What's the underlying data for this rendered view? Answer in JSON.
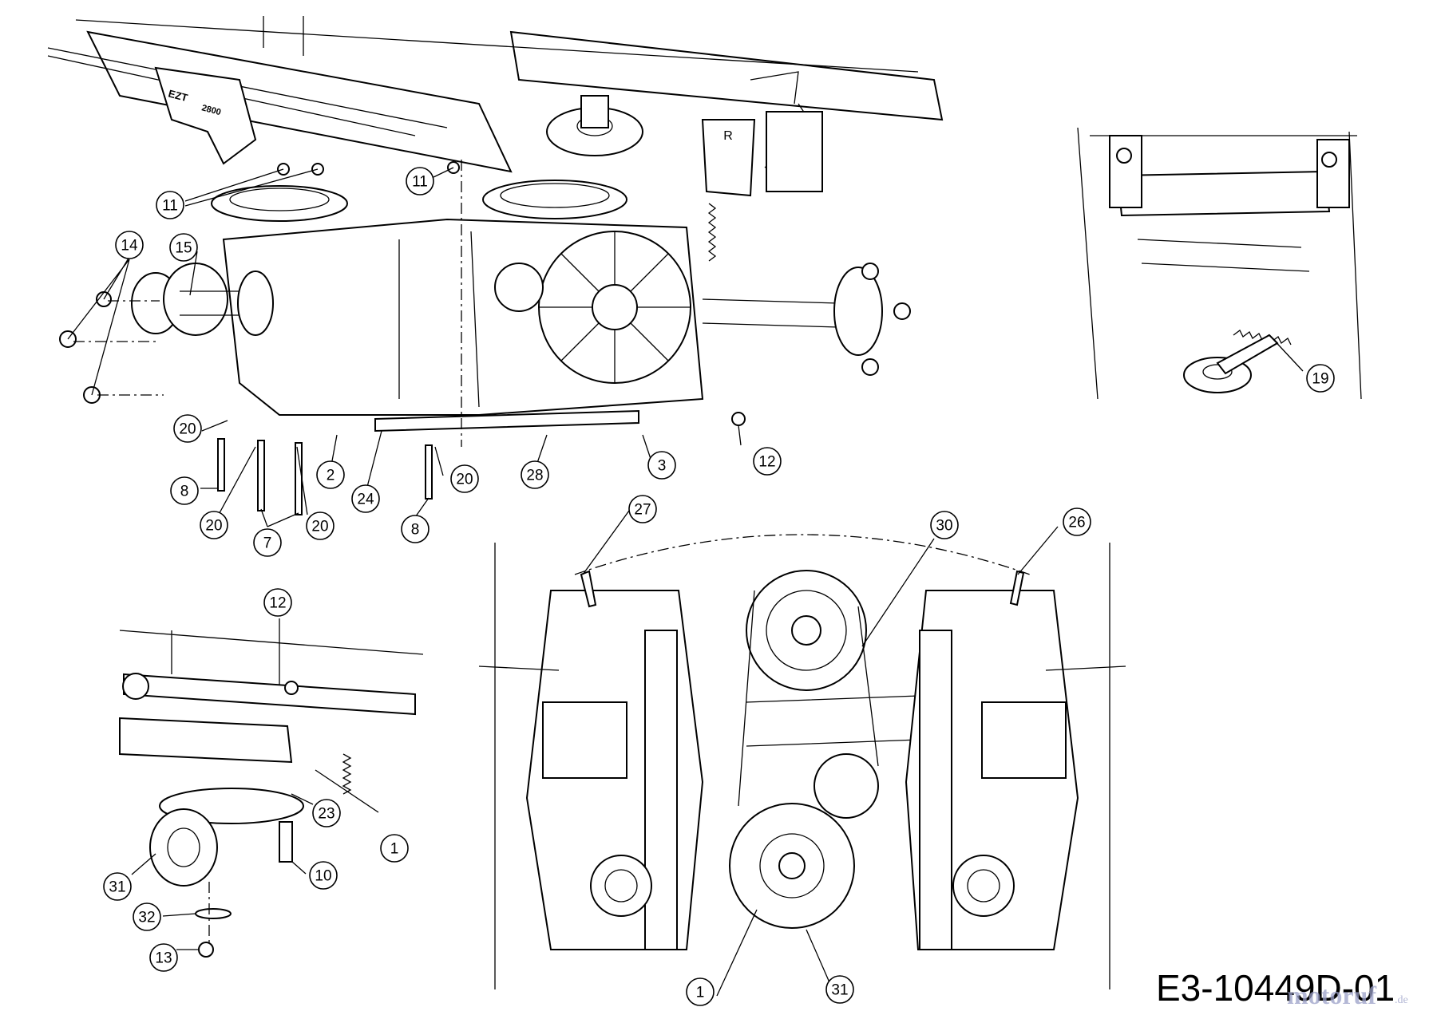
{
  "drawing": {
    "drawing_number": "E3-10449D-01",
    "watermark": "motoruf.de",
    "part_stamps": {
      "transaxle_model": "EZT",
      "transaxle_code": "2800",
      "direction_mark": "R"
    }
  },
  "callouts": [
    {
      "id": "c-11-a",
      "label": "11"
    },
    {
      "id": "c-11-b",
      "label": "11"
    },
    {
      "id": "c-14",
      "label": "14"
    },
    {
      "id": "c-15",
      "label": "15"
    },
    {
      "id": "c-20-a",
      "label": "20"
    },
    {
      "id": "c-8-a",
      "label": "8"
    },
    {
      "id": "c-20-b",
      "label": "20"
    },
    {
      "id": "c-7",
      "label": "7"
    },
    {
      "id": "c-20-c",
      "label": "20"
    },
    {
      "id": "c-2",
      "label": "2"
    },
    {
      "id": "c-24",
      "label": "24"
    },
    {
      "id": "c-20-d",
      "label": "20"
    },
    {
      "id": "c-8-b",
      "label": "8"
    },
    {
      "id": "c-28",
      "label": "28"
    },
    {
      "id": "c-3",
      "label": "3"
    },
    {
      "id": "c-12-a",
      "label": "12"
    },
    {
      "id": "c-19",
      "label": "19"
    },
    {
      "id": "c-27",
      "label": "27"
    },
    {
      "id": "c-30",
      "label": "30"
    },
    {
      "id": "c-26",
      "label": "26"
    },
    {
      "id": "c-12-b",
      "label": "12"
    },
    {
      "id": "c-1-a",
      "label": "1"
    },
    {
      "id": "c-23",
      "label": "23"
    },
    {
      "id": "c-10",
      "label": "10"
    },
    {
      "id": "c-31-a",
      "label": "31"
    },
    {
      "id": "c-32",
      "label": "32"
    },
    {
      "id": "c-13",
      "label": "13"
    },
    {
      "id": "c-1-b",
      "label": "1"
    },
    {
      "id": "c-31-b",
      "label": "31"
    }
  ]
}
